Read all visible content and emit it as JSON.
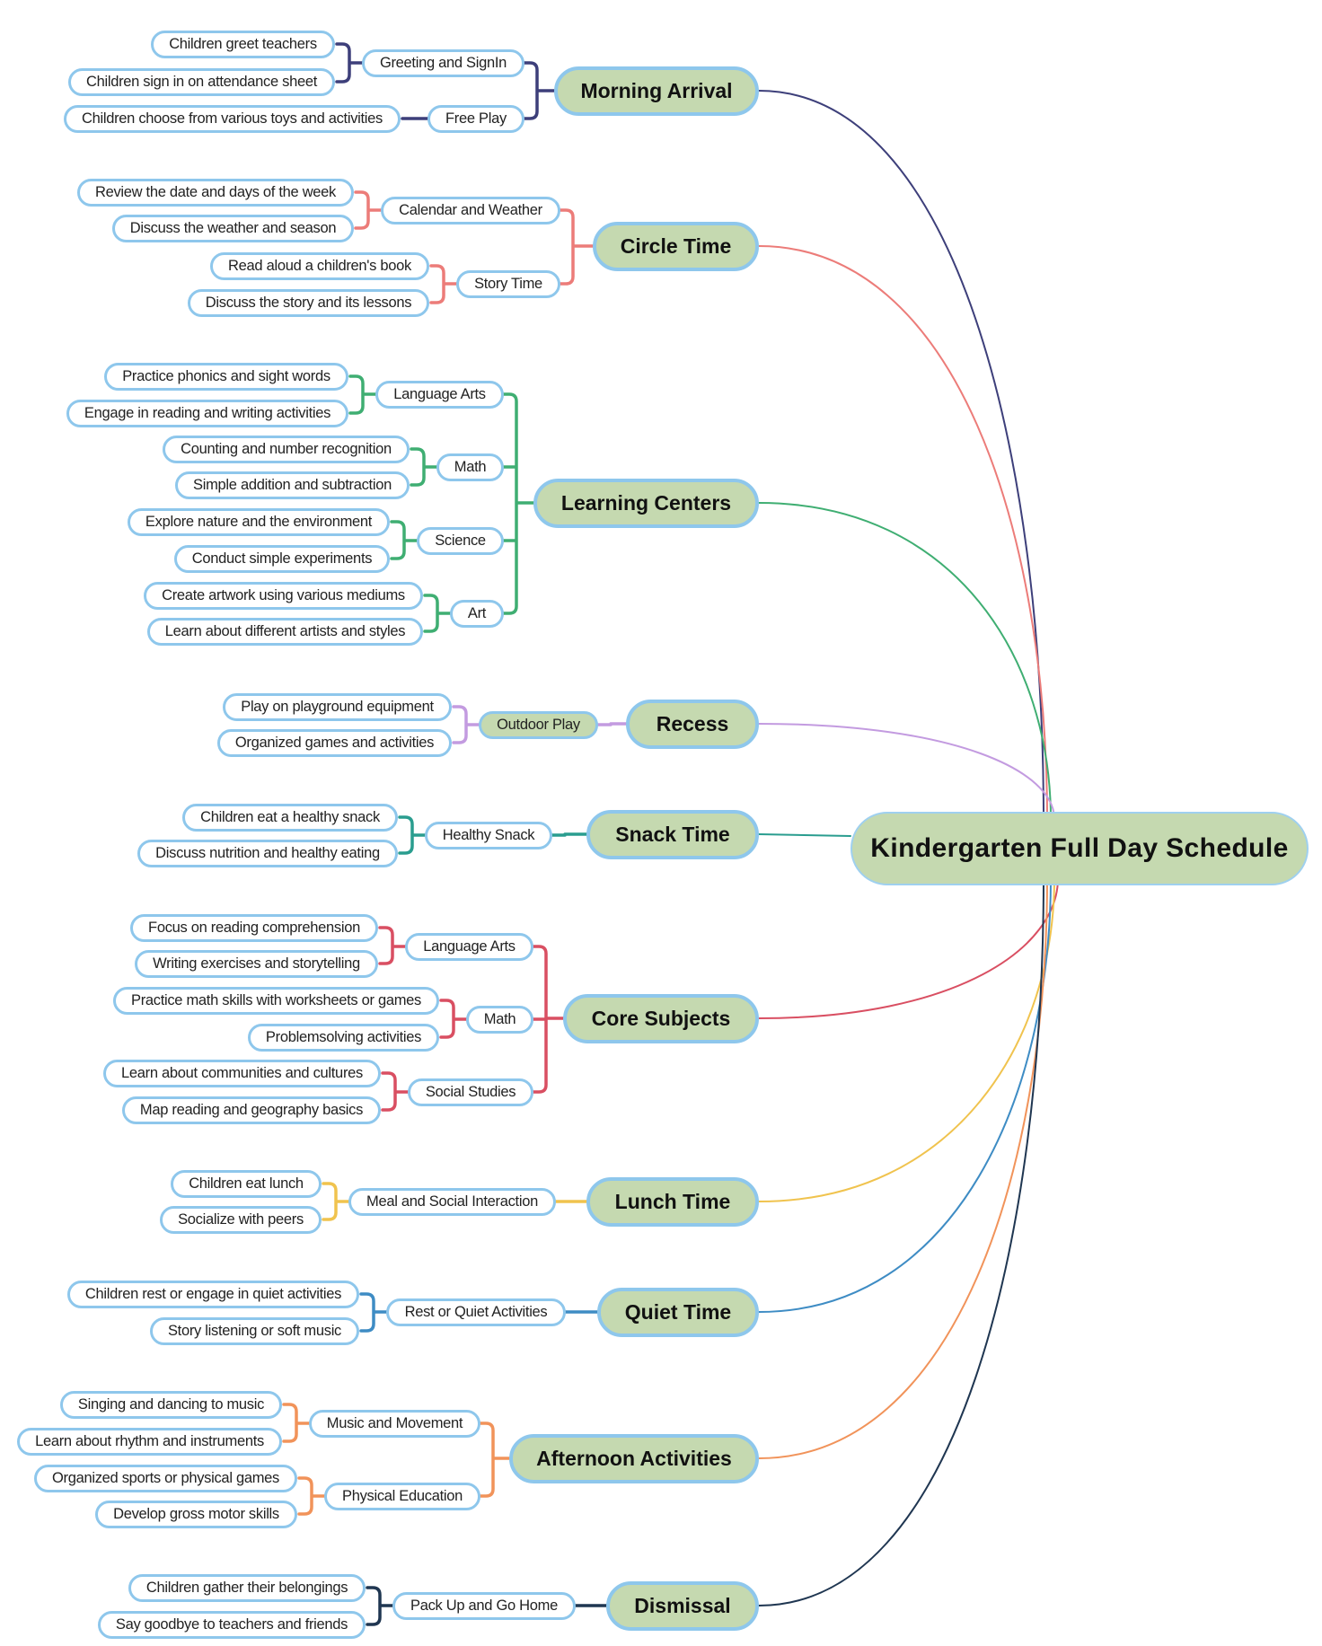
{
  "root": {
    "label": "Kindergarten Full Day Schedule"
  },
  "branches": [
    {
      "label": "Morning Arrival",
      "color": "#3d3f7a",
      "subs": [
        {
          "label": "Greeting and SignIn",
          "leaves": [
            "Children greet teachers",
            "Children sign in on attendance sheet"
          ]
        },
        {
          "label": "Free Play",
          "leaves": [
            "Children choose from various toys and activities"
          ]
        }
      ]
    },
    {
      "label": "Circle Time",
      "color": "#ec7c79",
      "subs": [
        {
          "label": "Calendar and Weather",
          "leaves": [
            "Review the date and days of the week",
            "Discuss the weather and season"
          ]
        },
        {
          "label": "Story Time",
          "leaves": [
            "Read aloud a children's book",
            "Discuss the story and its lessons"
          ]
        }
      ]
    },
    {
      "label": "Learning Centers",
      "color": "#3fae72",
      "subs": [
        {
          "label": "Language Arts",
          "leaves": [
            "Practice phonics and sight words",
            "Engage in reading and writing activities"
          ]
        },
        {
          "label": "Math",
          "leaves": [
            "Counting and number recognition",
            "Simple addition and subtraction"
          ]
        },
        {
          "label": "Science",
          "leaves": [
            "Explore nature and the environment",
            "Conduct simple experiments"
          ]
        },
        {
          "label": "Art",
          "leaves": [
            "Create artwork using various mediums",
            "Learn about different artists and styles"
          ]
        }
      ]
    },
    {
      "label": "Recess",
      "color": "#c39be0",
      "subs": [
        {
          "label": "Outdoor Play",
          "tinted": true,
          "leaves": [
            "Play on playground equipment",
            "Organized games and activities"
          ]
        }
      ]
    },
    {
      "label": "Snack Time",
      "color": "#2a9d8f",
      "subs": [
        {
          "label": "Healthy Snack",
          "leaves": [
            "Children eat a healthy snack",
            "Discuss nutrition and healthy eating"
          ]
        }
      ]
    },
    {
      "label": "Core Subjects",
      "color": "#d94f62",
      "subs": [
        {
          "label": "Language Arts",
          "leaves": [
            "Focus on reading comprehension",
            "Writing exercises and storytelling"
          ]
        },
        {
          "label": "Math",
          "leaves": [
            "Practice math skills with worksheets or games",
            "Problemsolving activities"
          ]
        },
        {
          "label": "Social Studies",
          "leaves": [
            "Learn about communities and cultures",
            "Map reading and geography basics"
          ]
        }
      ]
    },
    {
      "label": "Lunch Time",
      "color": "#f0c34e",
      "subs": [
        {
          "label": "Meal and Social Interaction",
          "leaves": [
            "Children eat lunch",
            "Socialize with peers"
          ]
        }
      ]
    },
    {
      "label": "Quiet Time",
      "color": "#3e8cc4",
      "subs": [
        {
          "label": "Rest or Quiet Activities",
          "leaves": [
            "Children rest or engage in quiet activities",
            "Story listening or soft music"
          ]
        }
      ]
    },
    {
      "label": "Afternoon Activities",
      "color": "#f1935a",
      "subs": [
        {
          "label": "Music and Movement",
          "leaves": [
            "Singing and dancing to music",
            "Learn about rhythm and instruments"
          ]
        },
        {
          "label": "Physical Education",
          "leaves": [
            "Organized sports or physical games",
            "Develop gross motor skills"
          ]
        }
      ]
    },
    {
      "label": "Dismissal",
      "color": "#1f3651",
      "subs": [
        {
          "label": "Pack Up and Go Home",
          "leaves": [
            "Children gather their belongings",
            "Say goodbye to teachers and friends"
          ]
        }
      ]
    }
  ]
}
